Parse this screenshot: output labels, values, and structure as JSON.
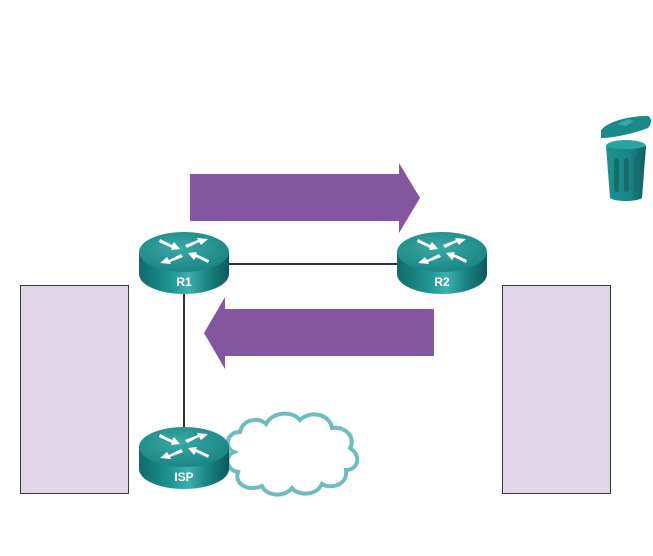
{
  "diagram": {
    "devices": [
      {
        "id": "r1",
        "label": "R1",
        "type": "router"
      },
      {
        "id": "r2",
        "label": "R2",
        "type": "router"
      },
      {
        "id": "isp",
        "label": "ISP",
        "type": "router"
      }
    ],
    "links": [
      {
        "from": "R1",
        "to": "R2"
      },
      {
        "from": "R1",
        "to": "ISP"
      },
      {
        "from": "ISP",
        "to": "cloud"
      }
    ],
    "arrows": [
      {
        "direction": "right",
        "from": "R1",
        "to": "R2"
      },
      {
        "direction": "left",
        "from": "R2",
        "to": "R1"
      }
    ],
    "drop_zones": [
      {
        "side": "left",
        "content": ""
      },
      {
        "side": "right",
        "content": ""
      }
    ],
    "icons": {
      "trash": "trash-can-icon",
      "cloud": "cloud-icon",
      "router": "router-icon"
    },
    "colors": {
      "router_teal": "#1e8a8a",
      "arrow_purple": "#8556a0",
      "drop_zone_fill": "#e0d6e7",
      "cloud_stroke": "#6fbcbc",
      "link_line": "#333333"
    }
  }
}
